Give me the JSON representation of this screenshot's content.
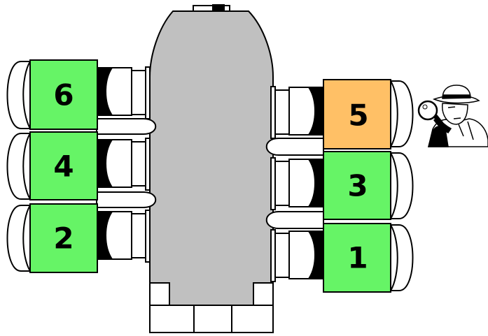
{
  "units": [
    {
      "id": "unit-1",
      "label": "1",
      "color": "#66f466",
      "side": "right",
      "status": "ok"
    },
    {
      "id": "unit-2",
      "label": "2",
      "color": "#66f466",
      "side": "left",
      "status": "ok"
    },
    {
      "id": "unit-3",
      "label": "3",
      "color": "#66f466",
      "side": "right",
      "status": "ok"
    },
    {
      "id": "unit-4",
      "label": "4",
      "color": "#66f466",
      "side": "left",
      "status": "ok"
    },
    {
      "id": "unit-5",
      "label": "5",
      "color": "#ffc066",
      "side": "right",
      "status": "inspected"
    },
    {
      "id": "unit-6",
      "label": "6",
      "color": "#66f466",
      "side": "left",
      "status": "ok"
    }
  ],
  "colors": {
    "body_fill": "#c0c0c0",
    "outline": "#000000",
    "dark_fill": "#000000",
    "background": "#ffffff",
    "ok": "#66f466",
    "inspected": "#ffc066"
  },
  "icons": {
    "inspector": "detective-with-magnifying-glass-icon"
  }
}
